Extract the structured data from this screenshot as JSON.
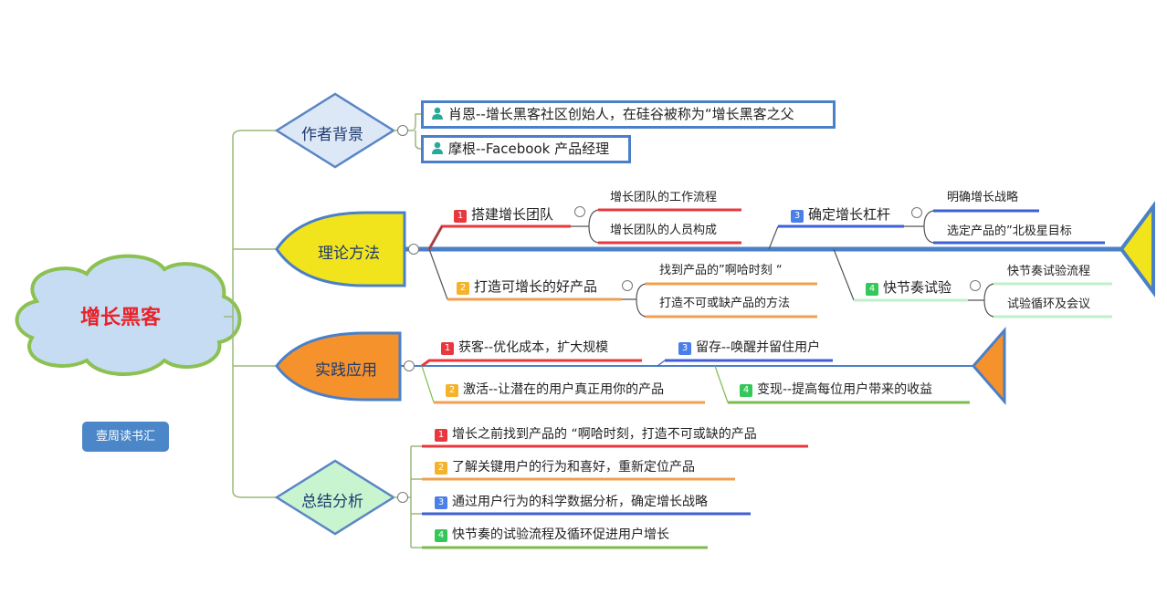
{
  "root": {
    "title": "增长黑客"
  },
  "badge": "壹周读书汇",
  "branches": {
    "author": {
      "label": "作者背景",
      "items": [
        "肖恩--增长黑客社区创始人，在硅谷被称为“增长黑客之父",
        "摩根--Facebook 产品经理"
      ]
    },
    "theory": {
      "label": "理论方法",
      "groups": [
        {
          "num": "1",
          "label": "搭建增长团队",
          "children": [
            "增长团队的工作流程",
            "增长团队的人员构成"
          ]
        },
        {
          "num": "2",
          "label": "打造可增长的好产品",
          "children": [
            "找到产品的”啊哈时刻 “",
            "打造不可或缺产品的方法"
          ]
        },
        {
          "num": "3",
          "label": "确定增长杠杆",
          "children": [
            "明确增长战略",
            "选定产品的”北极星目标"
          ]
        },
        {
          "num": "4",
          "label": "快节奏试验",
          "children": [
            "快节奏试验流程",
            "试验循环及会议"
          ]
        }
      ]
    },
    "practice": {
      "label": "实践应用",
      "items": [
        {
          "num": "1",
          "label": "获客--优化成本，扩大规模"
        },
        {
          "num": "2",
          "label": "激活--让潜在的用户真正用你的产品"
        },
        {
          "num": "3",
          "label": "留存--唤醒并留住用户"
        },
        {
          "num": "4",
          "label": "变现--提高每位用户带来的收益"
        }
      ]
    },
    "summary": {
      "label": "总结分析",
      "items": [
        {
          "num": "1",
          "label": "增长之前找到产品的 “啊哈时刻，打造不可或缺的产品"
        },
        {
          "num": "2",
          "label": "了解关键用户的行为和喜好，重新定位产品"
        },
        {
          "num": "3",
          "label": "通过用户行为的科学数据分析，确定增长战略"
        },
        {
          "num": "4",
          "label": "快节奏的试验流程及循环促进用户增长"
        }
      ]
    }
  },
  "colors": {
    "red": "#e8383d",
    "orange": "#f0a050",
    "blue": "#3f5fd6",
    "green": "#7dbb4e",
    "lightgreen": "#bff0c8",
    "fishblue": "#4a80c8"
  }
}
